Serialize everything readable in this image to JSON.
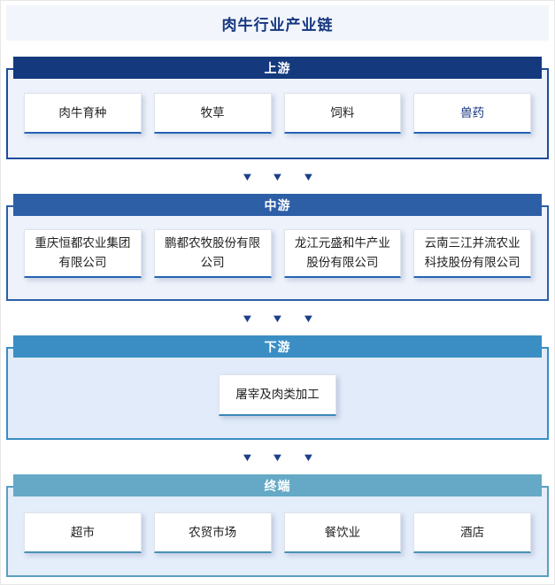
{
  "page": {
    "title": "肉牛行业产业链"
  },
  "colors": {
    "title_bg": "#f2f6fc",
    "title_text": "#16367f",
    "arrow": "#1b3f8a",
    "box_text": "#1f1f1f",
    "accent_text": "#16367f"
  },
  "arrow_glyph": "▼",
  "sections": [
    {
      "label": "上游",
      "header_bg": "#14397d",
      "border": "#1e4c9a",
      "content_bg": "#edf2fb",
      "item_underline": "#2563b5",
      "items": [
        "肉牛育种",
        "牧草",
        "饲料",
        "兽药"
      ]
    },
    {
      "label": "中游",
      "header_bg": "#2d5fa6",
      "border": "#2d5fa6",
      "content_bg": "#edf2fb",
      "item_underline": "#2563b5",
      "items": [
        "重庆恒都农业集团有限公司",
        "鹏都农牧股份有限公司",
        "龙江元盛和牛产业股份有限公司",
        "云南三江并流农业科技股份有限公司"
      ]
    },
    {
      "label": "下游",
      "header_bg": "#3a8ec4",
      "border": "#3a8ec4",
      "content_bg": "#e1ebf9",
      "item_underline": "#3a87b8",
      "items": [
        "屠宰及肉类加工"
      ]
    },
    {
      "label": "终端",
      "header_bg": "#65a9c7",
      "border": "#5a9fc0",
      "content_bg": "#e4edfa",
      "item_underline": "#4a90b5",
      "items": [
        "超市",
        "农贸市场",
        "餐饮业",
        "酒店"
      ]
    }
  ]
}
